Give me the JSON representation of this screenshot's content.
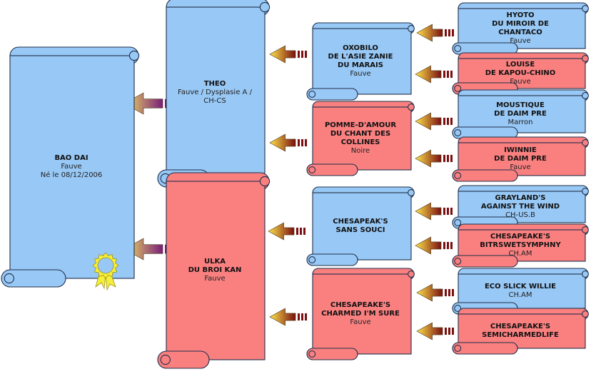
{
  "colors": {
    "male_fill": "#98c8f5",
    "female_fill": "#fa8080",
    "stroke": "#1f2f4a",
    "arrow_inner_gradient": [
      "#fde34a",
      "#7a0f10"
    ],
    "arrow_root_gradient": [
      "#f0e060",
      "#7a1d7a"
    ],
    "seal": "#f4ef3a"
  },
  "root": {
    "name": "BAO DAI",
    "lines": [
      "Fauve",
      "Né le 08/12/2006"
    ],
    "sex": "male",
    "badge": "rosette-seal-icon"
  },
  "parents": [
    {
      "name": "THEO",
      "lines": [
        "Fauve / Dysplasie A /",
        "CH-CS"
      ],
      "sex": "male",
      "parents": [
        {
          "name": "OXOBILO\nDE L'ASIE ZANIE\nDU MARAIS",
          "lines": [
            "Fauve"
          ],
          "sex": "male",
          "parents": [
            {
              "name": "HYOTO\nDU MIROIR DE\nCHANTACO",
              "lines": [
                "Fauve"
              ],
              "sex": "male"
            },
            {
              "name": "LOUISE\nDE KAPOU-CHINO",
              "lines": [
                "Fauve"
              ],
              "sex": "female"
            }
          ]
        },
        {
          "name": "POMME-D'AMOUR\nDU CHANT DES\nCOLLINES",
          "lines": [
            "Noire"
          ],
          "sex": "female",
          "parents": [
            {
              "name": "MOUSTIQUE\nDE DAIM PRE",
              "lines": [
                "Marron"
              ],
              "sex": "male"
            },
            {
              "name": "IWINNIE\nDE DAIM PRE",
              "lines": [
                "Fauve"
              ],
              "sex": "female"
            }
          ]
        }
      ]
    },
    {
      "name": "ULKA\nDU BROI KAN",
      "lines": [
        "Fauve"
      ],
      "sex": "female",
      "parents": [
        {
          "name": "CHESAPEAK'S\nSANS SOUCI",
          "lines": [],
          "sex": "male",
          "parents": [
            {
              "name": "GRAYLAND'S\nAGAINST THE WIND",
              "lines": [
                "CH-US.B"
              ],
              "sex": "male"
            },
            {
              "name": "CHESAPEAKE'S\nBITRSWETSYMPHNY",
              "lines": [
                "CH.AM"
              ],
              "sex": "female"
            }
          ]
        },
        {
          "name": "CHESAPEAKE'S\nCHARMED I'M SURE",
          "lines": [
            "Fauve"
          ],
          "sex": "female",
          "parents": [
            {
              "name": "ECO SLICK WILLIE",
              "lines": [
                "CH.AM"
              ],
              "sex": "male"
            },
            {
              "name": "CHESAPEAKE'S\nSEMICHARMEDLIFE",
              "lines": [],
              "sex": "female"
            }
          ]
        }
      ]
    }
  ]
}
